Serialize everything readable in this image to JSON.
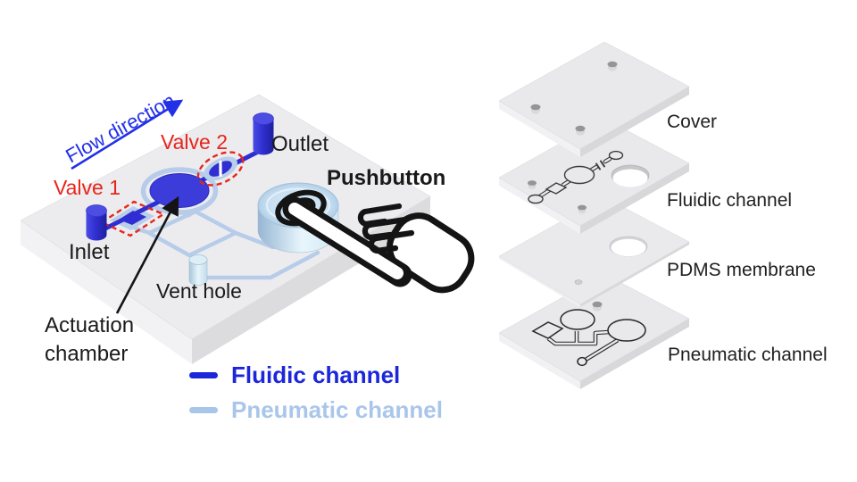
{
  "figure": {
    "left_panel": {
      "flow_direction": "Flow direction",
      "valve_1": "Valve 1",
      "valve_2": "Valve 2",
      "inlet": "Inlet",
      "outlet": "Outlet",
      "pushbutton": "Pushbutton",
      "vent_hole": "Vent hole",
      "actuation_chamber": "Actuation chamber"
    },
    "legend": {
      "items": [
        {
          "label": "Fluidic channel",
          "color": "#1c27da"
        },
        {
          "label": "Pneumatic channel",
          "color": "#a9c6ea"
        }
      ]
    },
    "right_panel": {
      "layers": [
        {
          "label": "Cover"
        },
        {
          "label": "Fluidic channel"
        },
        {
          "label": "PDMS membrane"
        },
        {
          "label": "Pneumatic channel"
        }
      ]
    },
    "colors": {
      "fluidic_channel": "#2e2ed2",
      "pneumatic_channel": "#b7cce9",
      "annotation_red": "#e8251c",
      "flow_arrow_blue": "#2230e8",
      "label_text": "#1a1a1a"
    }
  }
}
